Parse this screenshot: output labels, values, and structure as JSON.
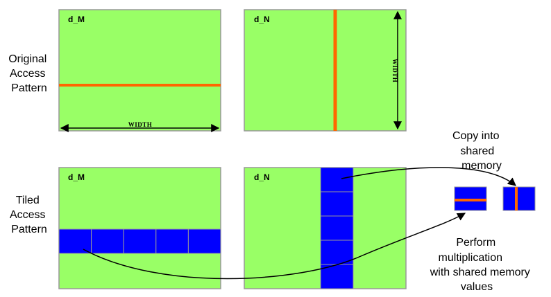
{
  "rows": {
    "original": {
      "label_lines": [
        "Original",
        "Access",
        "Pattern"
      ]
    },
    "tiled": {
      "label_lines": [
        "Tiled",
        "Access",
        "Pattern"
      ]
    }
  },
  "matrices": {
    "top_m": "d_M",
    "top_n": "d_N",
    "bottom_m": "d_M",
    "bottom_n": "d_N"
  },
  "dimensions": {
    "width_horizontal": "WIDTH",
    "width_vertical": "WIDTH"
  },
  "annotations": {
    "copy_lines": [
      "Copy into",
      "shared",
      "memory"
    ],
    "perform_lines": [
      "Perform",
      "multiplication",
      "with shared memory",
      "values"
    ]
  },
  "colors": {
    "matrix_fill": "#99ff66",
    "matrix_border": "#999999",
    "access_line": "#ff6600",
    "tile_fill": "#0000ff",
    "tile_border": "#999999"
  }
}
